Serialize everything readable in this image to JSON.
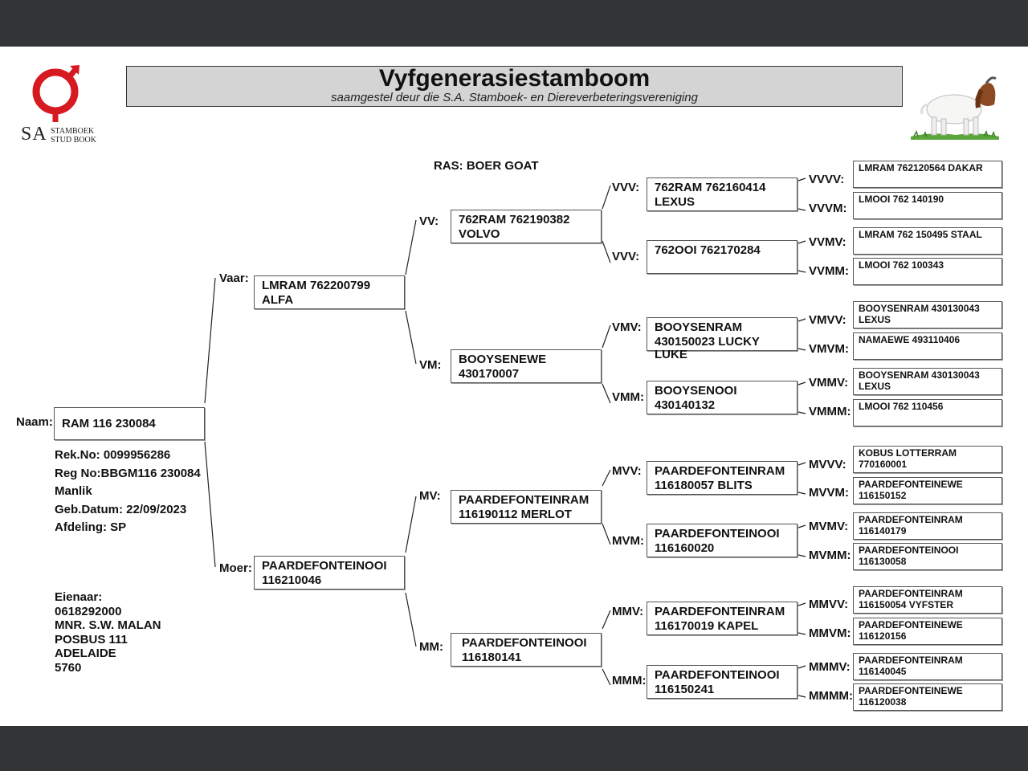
{
  "header": {
    "title": "Vyfgenerasiestamboom",
    "subtitle": "saamgestel deur die S.A. Stamboek- en Diereverbeteringsvereniging",
    "logo_text": "SA",
    "logo_subtext": [
      "STAMBOEK",
      "STUD BOOK"
    ],
    "logo_color": "#d71920"
  },
  "breed": "RAS: BOER GOAT",
  "animal": {
    "label": "Naam:",
    "name": "RAM 116 230084",
    "details": [
      "Rek.No: 0099956286",
      "Reg No:BBGM116 230084",
      "Manlik",
      "Geb.Datum: 22/09/2023",
      "Afdeling: SP"
    ]
  },
  "owner": {
    "lines": [
      "Eienaar:",
      "0618292000",
      "MNR. S.W. MALAN",
      "POSBUS 111",
      "ADELAIDE",
      "5760"
    ]
  },
  "gen2": {
    "V": {
      "label": "Vaar:",
      "lines": [
        "LMRAM 762200799",
        "ALFA"
      ]
    },
    "M": {
      "label": "Moer:",
      "lines": [
        "PAARDEFONTEINOOI",
        "116210046"
      ]
    }
  },
  "gen3": {
    "VV": {
      "label": "VV:",
      "lines": [
        "762RAM 762190382",
        "VOLVO"
      ]
    },
    "VM": {
      "label": "VM:",
      "lines": [
        "BOOYSENEWE",
        "430170007"
      ]
    },
    "MV": {
      "label": "MV:",
      "lines": [
        "PAARDEFONTEINRAM",
        "116190112 MERLOT"
      ]
    },
    "MM": {
      "label": "MM:",
      "lines": [
        "PAARDEFONTEINOOI",
        "116180141"
      ]
    }
  },
  "gen4": {
    "VVV": {
      "label": "VVV:",
      "lines": [
        "762RAM 762160414",
        "LEXUS"
      ]
    },
    "VVM": {
      "label": "VVV:",
      "lines": [
        "762OOI 762170284"
      ]
    },
    "VMV": {
      "label": "VMV:",
      "lines": [
        "BOOYSENRAM",
        "430150023 LUCKY",
        "LUKE"
      ]
    },
    "VMM": {
      "label": "VMM:",
      "lines": [
        "BOOYSENOOI",
        "430140132"
      ]
    },
    "MVV": {
      "label": "MVV:",
      "lines": [
        "PAARDEFONTEINRAM",
        "116180057 BLITS"
      ]
    },
    "MVM": {
      "label": "MVM:",
      "lines": [
        "PAARDEFONTEINOOI",
        "116160020"
      ]
    },
    "MMV": {
      "label": "MMV:",
      "lines": [
        "PAARDEFONTEINRAM",
        "116170019 KAPEL"
      ]
    },
    "MMM": {
      "label": "MMM:",
      "lines": [
        "PAARDEFONTEINOOI",
        "116150241"
      ]
    }
  },
  "gen5": {
    "VVVV": {
      "label": "VVVV:",
      "lines": [
        "LMRAM 762120564  DAKAR"
      ]
    },
    "VVVM": {
      "label": "VVVM:",
      "lines": [
        "LMOOI 762 140190"
      ]
    },
    "VVMV": {
      "label": "VVMV:",
      "lines": [
        "LMRAM 762 150495 STAAL"
      ]
    },
    "VVMM": {
      "label": "VVMM:",
      "lines": [
        "LMOOI 762 100343"
      ]
    },
    "VMVV": {
      "label": "VMVV:",
      "lines": [
        "BOOYSENRAM 430130043",
        "LEXUS"
      ]
    },
    "VMVM": {
      "label": "VMVM:",
      "lines": [
        "NAMAEWE 493110406"
      ]
    },
    "VMMV": {
      "label": "VMMV:",
      "lines": [
        "BOOYSENRAM 430130043",
        "LEXUS"
      ]
    },
    "VMMM": {
      "label": "VMMM:",
      "lines": [
        "LMOOI 762 110456"
      ]
    },
    "MVVV": {
      "label": "MVVV:",
      "lines": [
        "KOBUS LOTTERRAM",
        "770160001"
      ]
    },
    "MVVM": {
      "label": "MVVM:",
      "lines": [
        "PAARDEFONTEINEWE",
        "116150152"
      ]
    },
    "MVMV": {
      "label": "MVMV:",
      "lines": [
        "PAARDEFONTEINRAM",
        "116140179"
      ]
    },
    "MVMM": {
      "label": "MVMM:",
      "lines": [
        "PAARDEFONTEINOOI",
        "116130058"
      ]
    },
    "MMVV": {
      "label": "MMVV:",
      "lines": [
        "PAARDEFONTEINRAM",
        "116150054 VYFSTER"
      ]
    },
    "MMVM": {
      "label": "MMVM:",
      "lines": [
        "PAARDEFONTEINEWE",
        "116120156"
      ]
    },
    "MMMV": {
      "label": "MMMV:",
      "lines": [
        "PAARDEFONTEINRAM",
        "116140045"
      ]
    },
    "MMMM": {
      "label": "MMMM:",
      "lines": [
        "PAARDEFONTEINEWE",
        "116120038"
      ]
    }
  }
}
